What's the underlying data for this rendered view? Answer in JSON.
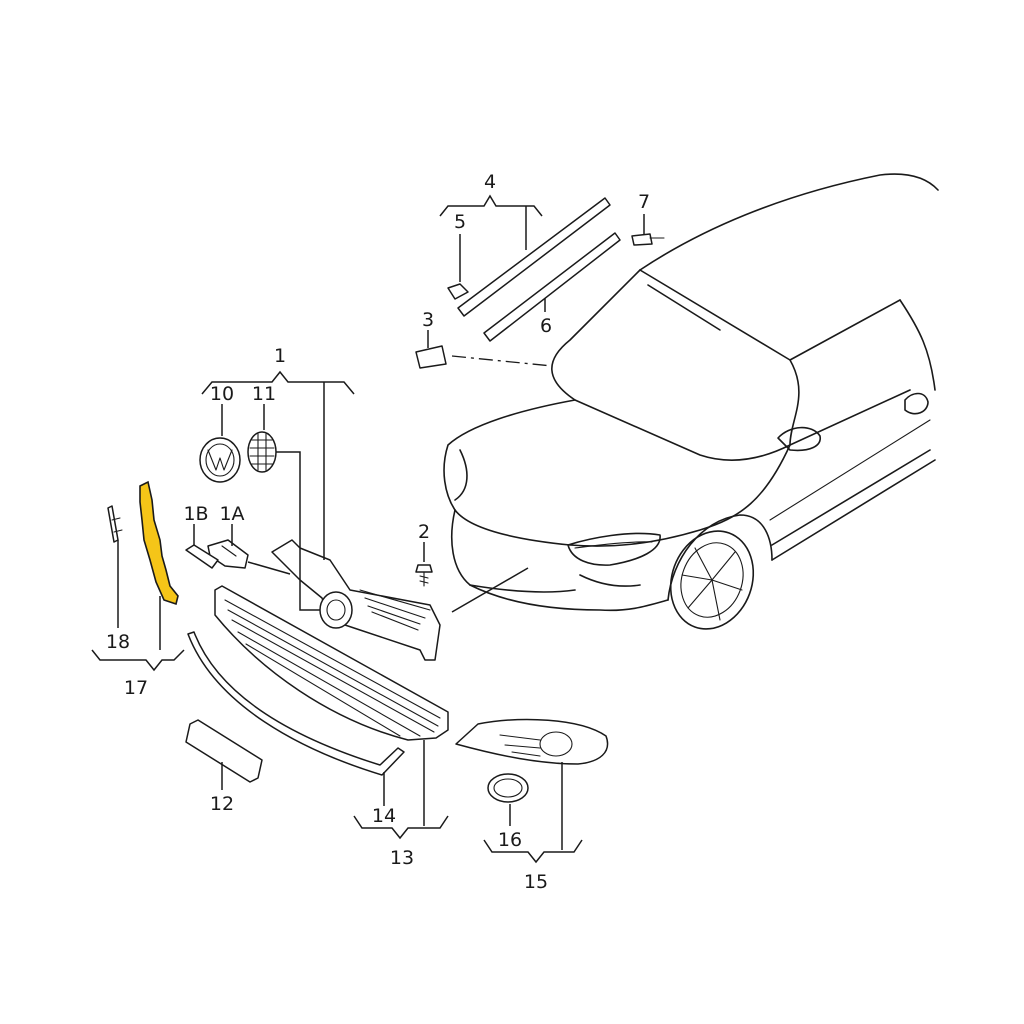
{
  "callouts": [
    {
      "id": "1",
      "text": "1"
    },
    {
      "id": "1A",
      "text": "1A"
    },
    {
      "id": "1B",
      "text": "1B"
    },
    {
      "id": "2",
      "text": "2"
    },
    {
      "id": "3",
      "text": "3"
    },
    {
      "id": "4",
      "text": "4"
    },
    {
      "id": "5",
      "text": "5"
    },
    {
      "id": "6",
      "text": "6"
    },
    {
      "id": "7",
      "text": "7"
    },
    {
      "id": "10",
      "text": "10"
    },
    {
      "id": "11",
      "text": "11"
    },
    {
      "id": "12",
      "text": "12"
    },
    {
      "id": "13",
      "text": "13"
    },
    {
      "id": "14",
      "text": "14"
    },
    {
      "id": "15",
      "text": "15"
    },
    {
      "id": "16",
      "text": "16"
    },
    {
      "id": "17",
      "text": "17"
    },
    {
      "id": "18",
      "text": "18"
    }
  ],
  "colors": {
    "highlight_part": "#f5c518",
    "line": "#1a1a1a",
    "background": "#ffffff"
  }
}
